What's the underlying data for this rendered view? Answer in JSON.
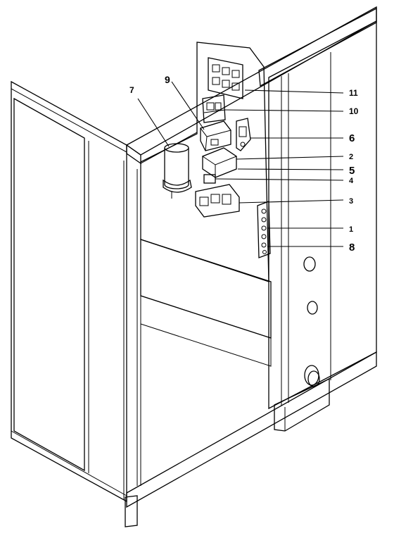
{
  "callouts": [
    {
      "id": "11",
      "label": "11"
    },
    {
      "id": "10",
      "label": "10"
    },
    {
      "id": "6",
      "label": "6"
    },
    {
      "id": "2",
      "label": "2"
    },
    {
      "id": "5",
      "label": "5"
    },
    {
      "id": "4",
      "label": "4"
    },
    {
      "id": "3",
      "label": "3"
    },
    {
      "id": "1",
      "label": "1"
    },
    {
      "id": "8",
      "label": "8"
    },
    {
      "id": "7",
      "label": "7"
    },
    {
      "id": "9",
      "label": "9"
    }
  ]
}
